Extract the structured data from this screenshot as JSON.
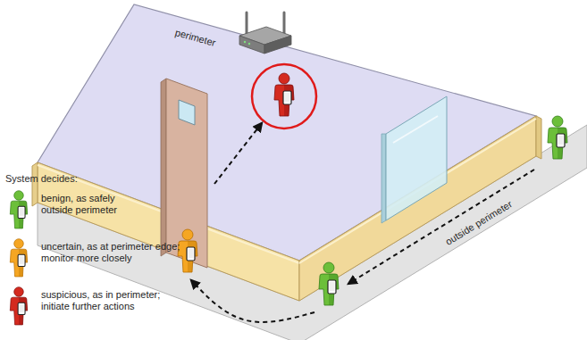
{
  "diagram": {
    "labels": [
      "perimeter",
      "outside perimeter",
      "System decides:"
    ],
    "legend": [
      {
        "text": "benign, as safely outside perimeter"
      },
      {
        "text": "uncertain, as at perimeter edge; monitor more closely"
      },
      {
        "text": "suspicious, as in perimeter; initiate further actions"
      }
    ]
  }
}
